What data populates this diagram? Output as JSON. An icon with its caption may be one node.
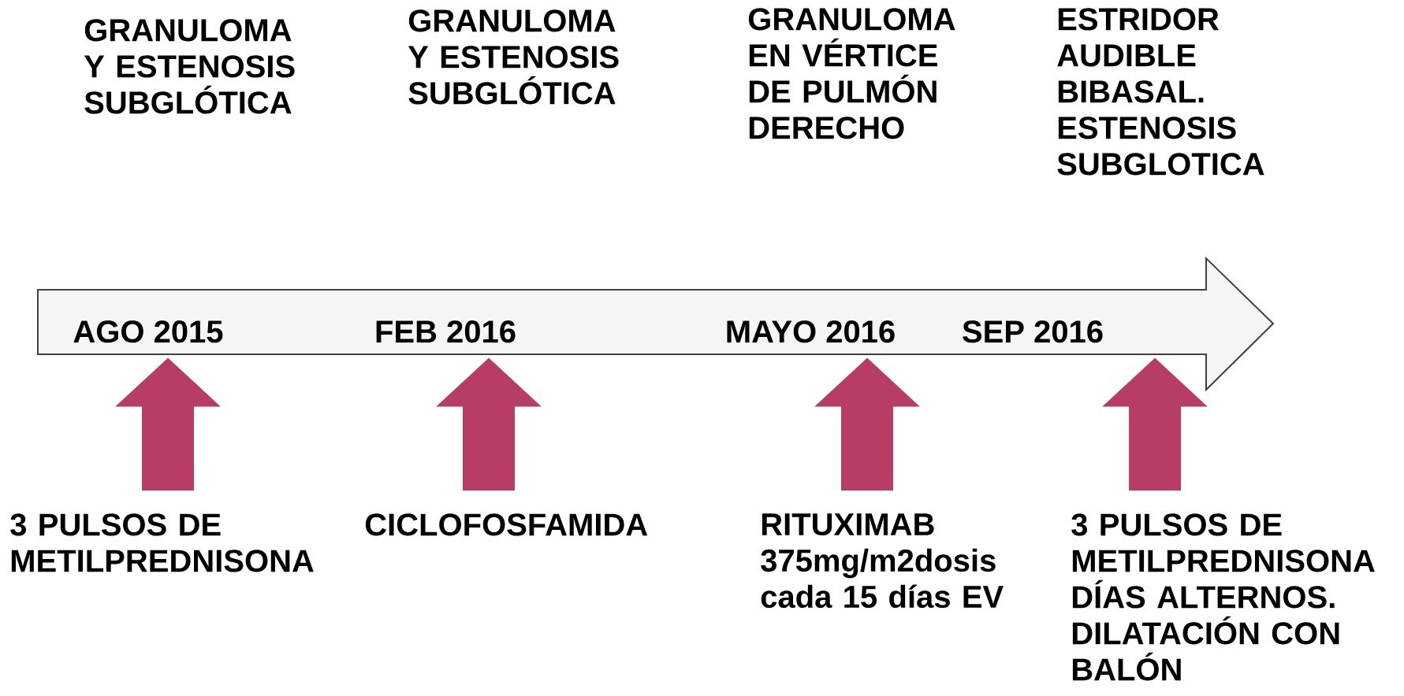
{
  "diagram": {
    "nodes": [
      {
        "text": [
          "AGO 2015"
        ]
      },
      {
        "text": [
          "FEB 2016"
        ]
      },
      {
        "text": [
          "MAYO 2016"
        ]
      },
      {
        "text": [
          "SEP 2016"
        ]
      },
      {
        "text": [
          "3 PULSOS DE METILPREDNISONA"
        ]
      },
      {
        "text": [
          "CICLOFOSFAMIDA"
        ]
      },
      {
        "text": [
          "RITUXIMAB 375mg/m2dosis cada 15 días EV"
        ]
      },
      {
        "text": [
          "3 PULSOS DE METILPREDNISONA DÍAS ALTERNOS. DILATACIÓN CON BALÓN"
        ]
      }
    ],
    "edges": [
      {
        "from": 4,
        "to": 0,
        "arrow": "to"
      },
      {
        "from": 5,
        "to": 1,
        "arrow": "to"
      },
      {
        "from": 6,
        "to": 2,
        "arrow": "to"
      },
      {
        "from": 7,
        "to": 3,
        "arrow": "to"
      }
    ],
    "labels": [
      "GRANULOMA Y ESTENOSIS SUBGLÓTICA",
      "GRANULOMA Y ESTENOSIS SUBGLÓTICA",
      "GRANULOMA EN VÉRTICE DE PULMÓN DERECHO",
      "ESTRIDOR AUDIBLE BIBASAL. ESTENOSIS SUBGLOTICA"
    ]
  }
}
